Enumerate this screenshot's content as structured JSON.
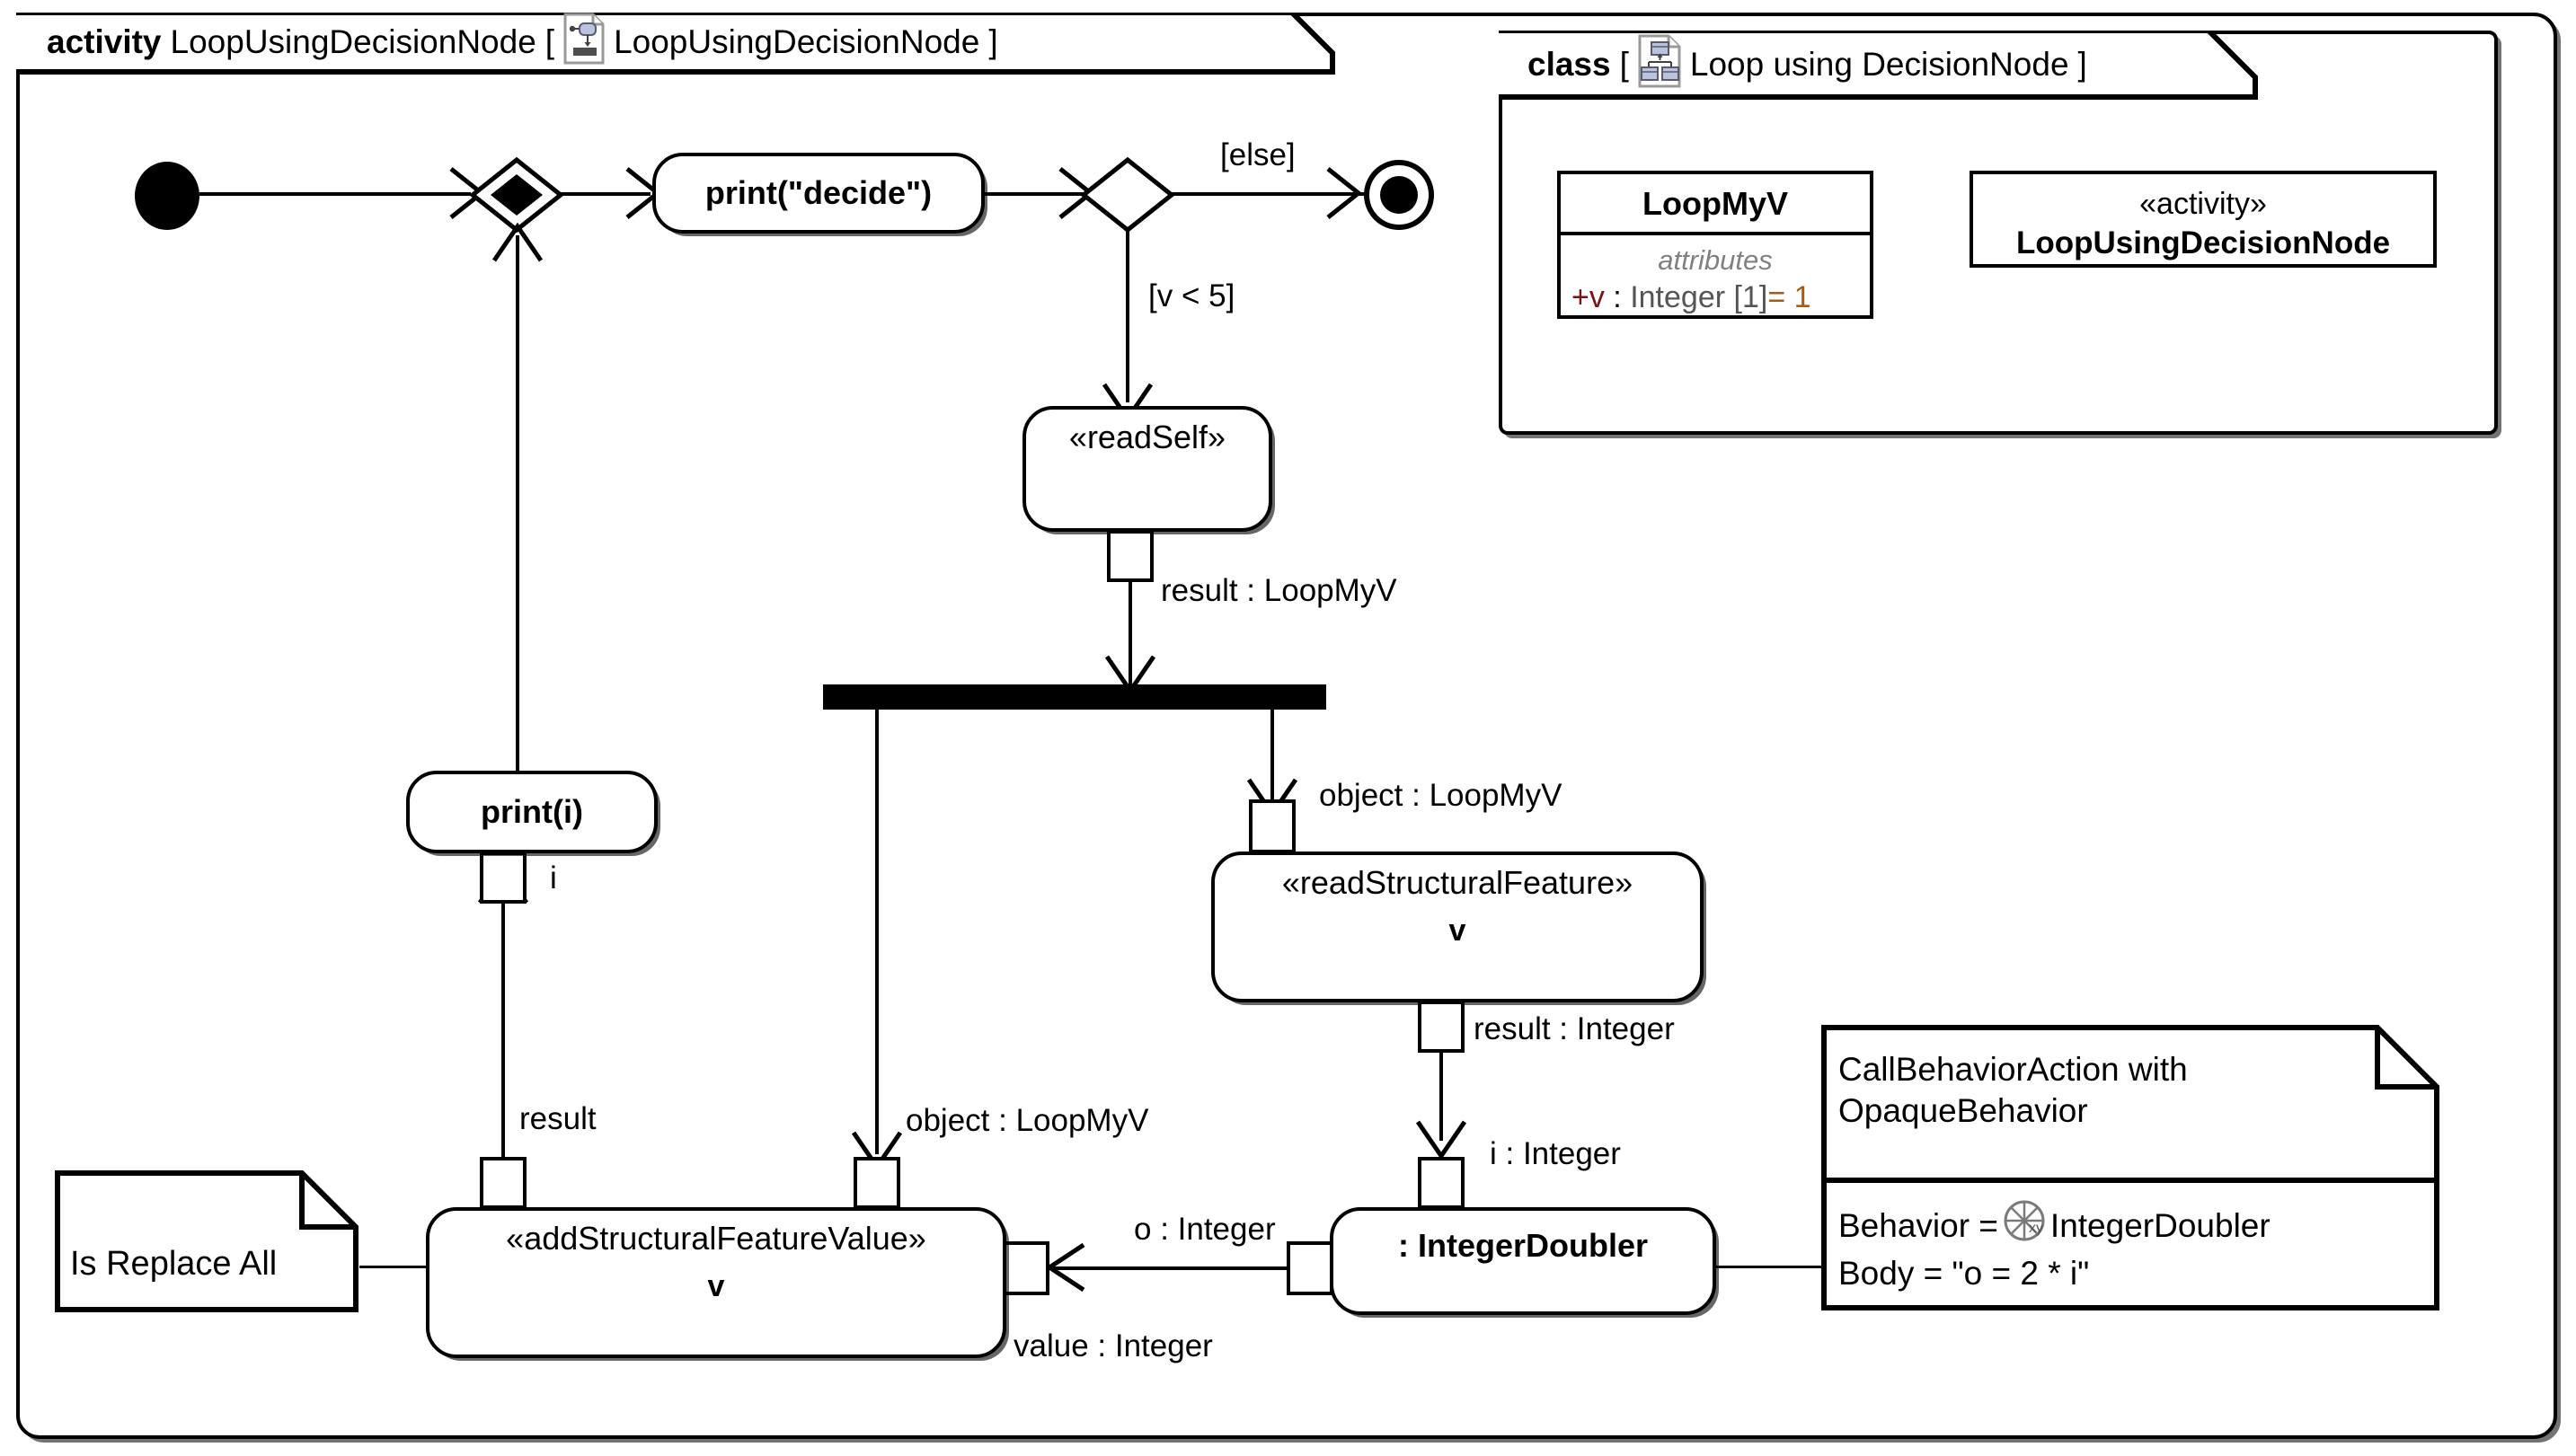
{
  "diagram": {
    "type": "uml-activity-diagram",
    "title": "LoopUsingDecisionNode"
  },
  "activity_frame": {
    "keyword": "activity",
    "name": "LoopUsingDecisionNode",
    "bracket_open": "[",
    "bracket_close": "]",
    "diagram_name": "LoopUsingDecisionNode",
    "icon": "activity-diagram-icon"
  },
  "class_frame": {
    "keyword": "class",
    "bracket_open": "[",
    "bracket_close": "]",
    "diagram_name": "Loop using DecisionNode",
    "icon": "class-diagram-icon",
    "boxes": [
      {
        "name": "LoopMyV",
        "compartment_header": "attributes",
        "attribute": {
          "visibility": "+",
          "name": "v",
          "colon": " : ",
          "type": "Integer",
          "multiplicity": "[1]",
          "default": "= 1",
          "full": "+v : Integer [1] = 1"
        }
      },
      {
        "stereotype": "«activity»",
        "name": "LoopUsingDecisionNode"
      }
    ]
  },
  "nodes": {
    "initial": {
      "kind": "initial-node"
    },
    "merge": {
      "kind": "merge-node"
    },
    "print_decide": {
      "kind": "call-behavior-action",
      "label": "print(\"decide\")"
    },
    "decision": {
      "kind": "decision-node"
    },
    "final": {
      "kind": "activity-final-node"
    },
    "read_self": {
      "kind": "read-self-action",
      "stereotype": "«readSelf»"
    },
    "fork": {
      "kind": "fork-node"
    },
    "read_structural_feature": {
      "kind": "read-structural-feature-action",
      "stereotype": "«readStructuralFeature»",
      "feature": "v"
    },
    "integer_doubler": {
      "kind": "call-behavior-action",
      "label": ": IntegerDoubler"
    },
    "add_structural_feature_value": {
      "kind": "add-structural-feature-value-action",
      "stereotype": "«addStructuralFeatureValue»",
      "feature": "v"
    },
    "print_i": {
      "kind": "call-behavior-action",
      "label": "print(i)"
    }
  },
  "edge_labels": {
    "else": "[else]",
    "guard_v_lt_5": "[v < 5]",
    "result_loopmyv": "result : LoopMyV",
    "object_loopmyv_right": "object : LoopMyV",
    "object_loopmyv_left": "object : LoopMyV",
    "result_integer": "result : Integer",
    "i_integer": "i : Integer",
    "o_integer": "o : Integer",
    "value_integer": "value : Integer",
    "pin_i": "i",
    "pin_result": "result"
  },
  "notes": {
    "is_replace_all": {
      "text": "Is Replace All"
    },
    "call_behavior": {
      "header_line1": "CallBehaviorAction with",
      "header_line2": "OpaqueBehavior",
      "behavior_prefix": "Behavior = ",
      "behavior_icon": "opaque-behavior-icon",
      "behavior_value": "IntegerDoubler",
      "body_line": "Body = \"o = 2 * i\""
    }
  },
  "colors": {
    "line": "#000000",
    "background": "#ffffff",
    "attribute_name": "#7a1414",
    "attribute_type": "#555555",
    "attribute_default": "#a85b12",
    "compartment_header": "#808080",
    "icon_fill": "#b9c3dd",
    "icon_border": "#9a9a9a"
  }
}
